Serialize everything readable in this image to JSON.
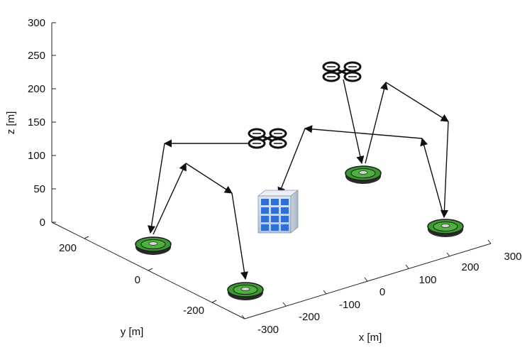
{
  "axes": {
    "z_label": "z [m]",
    "y_label": "y [m]",
    "x_label": "x [m]",
    "z_ticks": [
      "0",
      "50",
      "100",
      "150",
      "200",
      "250",
      "300"
    ],
    "y_ticks": [
      "200",
      "0",
      "-200"
    ],
    "x_ticks": [
      "-300",
      "-200",
      "-100",
      "0",
      "100",
      "200",
      "300"
    ]
  },
  "objects": {
    "building": "building-icon",
    "drones": [
      "quadcopter-drone-icon",
      "quadcopter-drone-icon"
    ],
    "ground_robots": [
      "ground-robot-icon",
      "ground-robot-icon",
      "ground-robot-icon",
      "ground-robot-icon"
    ]
  },
  "colors": {
    "robot_green": "#3a9a2e",
    "building_blue": "#2f6fd6"
  }
}
